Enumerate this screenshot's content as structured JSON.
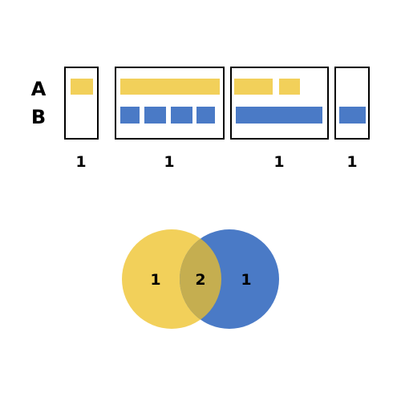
{
  "track_labels": {
    "a": "A",
    "b": "B"
  },
  "box_counts": [
    "1",
    "1",
    "1",
    "1"
  ],
  "venn": {
    "left_only": "1",
    "overlap": "2",
    "right_only": "1"
  },
  "colors": {
    "yellow": "#f2d05a",
    "blue": "#4a7ac6",
    "overlap": "#c5ae50",
    "outline": "#000000",
    "background": "#ffffff"
  }
}
